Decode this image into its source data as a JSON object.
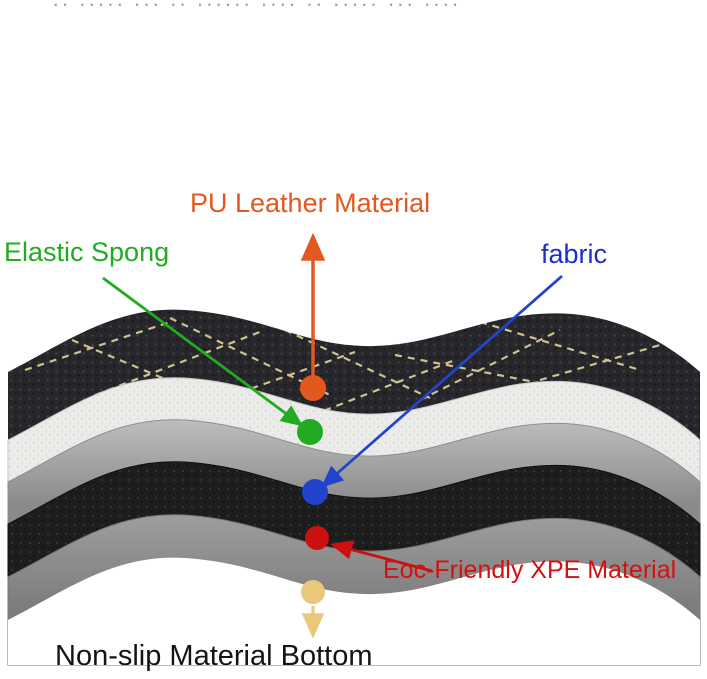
{
  "top_caption": "·· ····· ··· ·· ······ ···· ·· ····· ··· ····",
  "labels": {
    "pu_leather": {
      "text": "PU Leather Material",
      "color": "#e2581f"
    },
    "elastic_sponge": {
      "text": "Elastic Spong",
      "color": "#1fae1f"
    },
    "fabric": {
      "text": "fabric",
      "color": "#1a2fd0"
    },
    "xpe": {
      "text": "Eoc-Friendly XPE Material",
      "color": "#d60f0f"
    },
    "non_slip": {
      "text": "Non-slip Material Bottom",
      "color": "#141414"
    }
  },
  "callout_dots": [
    {
      "name": "pu-leather-dot",
      "color": "#e2581f"
    },
    {
      "name": "elastic-sponge-dot",
      "color": "#22aa22"
    },
    {
      "name": "fabric-dot",
      "color": "#2244cc"
    },
    {
      "name": "xpe-dot",
      "color": "#cc0f0f"
    },
    {
      "name": "non-slip-dot",
      "color": "#e9c87c"
    }
  ],
  "layers": [
    {
      "name": "pu-leather-layer",
      "color": "#26262b"
    },
    {
      "name": "elastic-sponge-layer",
      "color": "#ebebe9"
    },
    {
      "name": "fabric-layer",
      "color": "#a6a6a6"
    },
    {
      "name": "xpe-foam-layer",
      "color": "#1d1d1d"
    },
    {
      "name": "non-slip-bottom-layer",
      "color": "#8f8f8f"
    }
  ]
}
